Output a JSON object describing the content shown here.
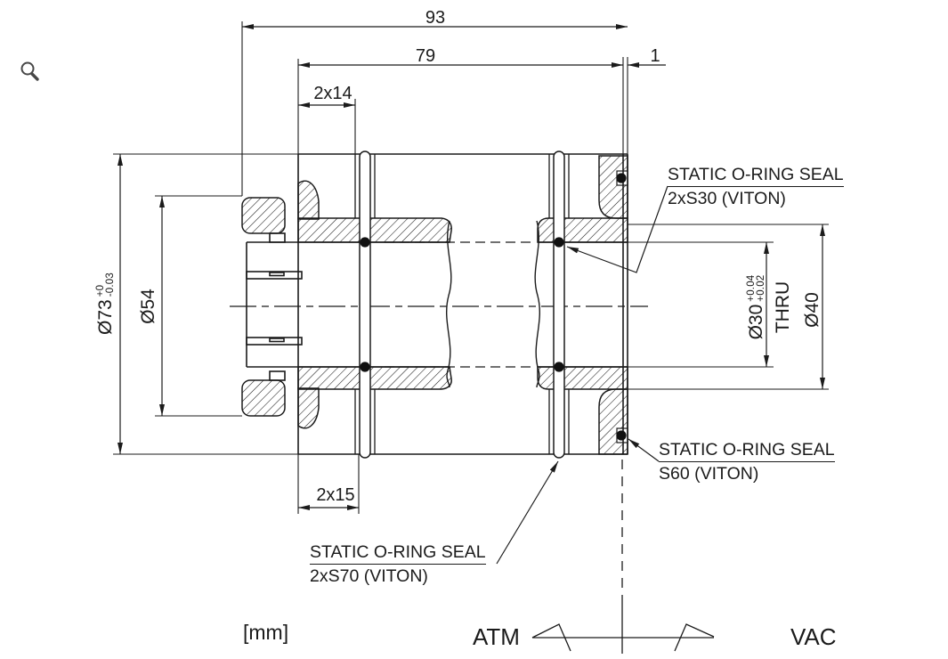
{
  "drawing": {
    "dimensions": {
      "overall_length": "93",
      "body_length": "79",
      "face_lip": "1",
      "groove_offset_top": "2x14",
      "groove_offset_bottom": "2x15",
      "outer_diameter": {
        "main": "Ø73",
        "tol_top": "+0",
        "tol_bottom": "-0.03"
      },
      "pilot_diameter": "Ø54",
      "bore_diameter": {
        "main": "Ø30",
        "tol_top": "+0.04",
        "tol_bottom": "+0.02"
      },
      "thru": "THRU",
      "counterbore_diameter": "Ø40"
    },
    "seal_labels": {
      "s30": {
        "line1": "STATIC O-RING SEAL",
        "line2": "2xS30  (VITON)"
      },
      "s60": {
        "line1": "STATIC O-RING SEAL",
        "line2": "S60  (VITON)"
      },
      "s70": {
        "line1": "STATIC O-RING SEAL",
        "line2": "2xS70  (VITON)"
      }
    },
    "units": "[mm]",
    "sides": {
      "left": "ATM",
      "right": "VAC"
    },
    "colors": {
      "line": "#1b1b1b",
      "background": "#ffffff"
    }
  }
}
